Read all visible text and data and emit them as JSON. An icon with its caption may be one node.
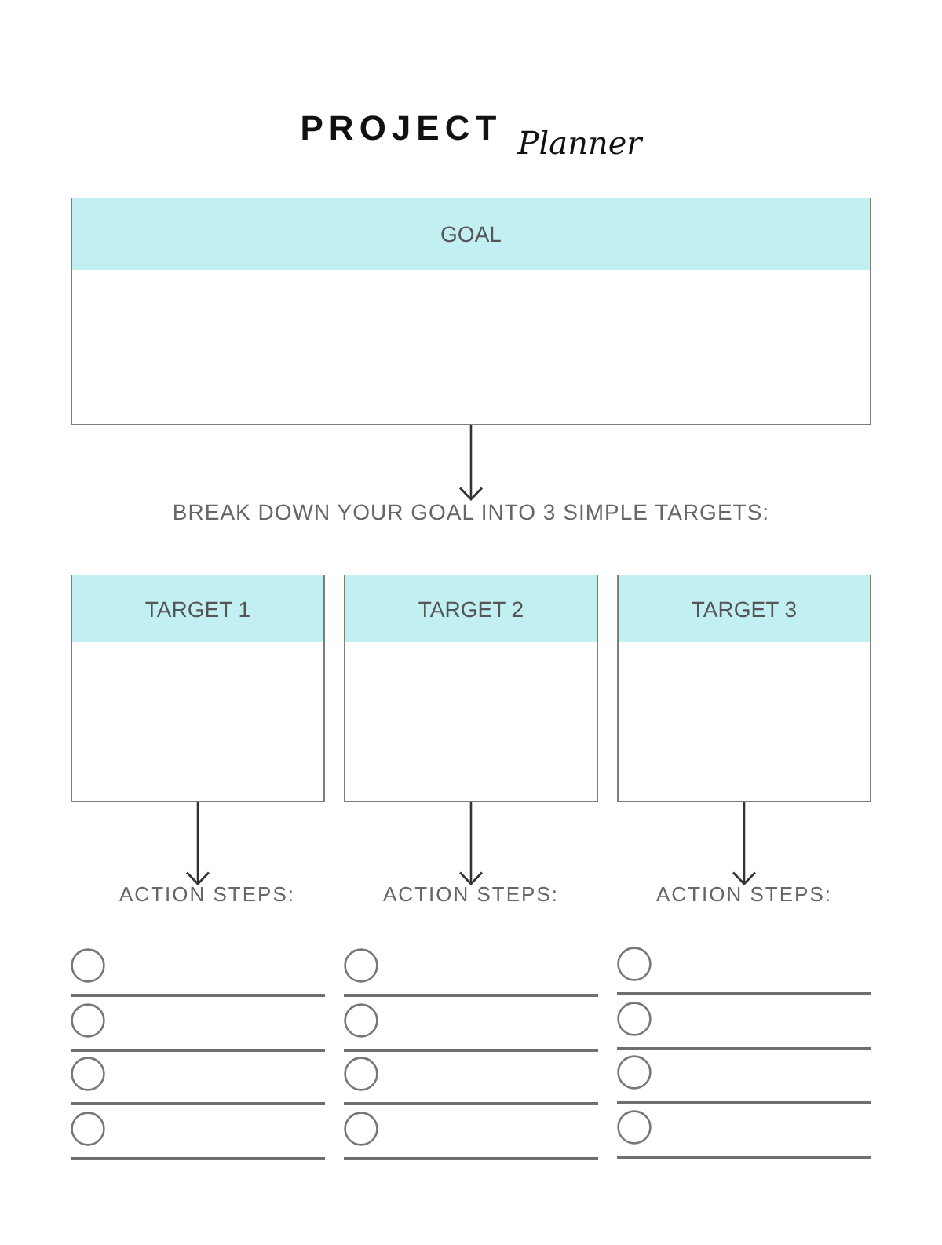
{
  "diagram": {
    "title": "**PROJECT** *Planner*",
    "nodes": [
      {
        "text": [
          "GOAL"
        ]
      },
      {
        "text": [
          "BREAK DOWN YOUR GOAL INTO 3 SIMPLE TARGETS:"
        ]
      },
      {
        "text": [
          "TARGET 1"
        ]
      },
      {
        "text": [
          "TARGET 2"
        ]
      },
      {
        "text": [
          "TARGET 3"
        ]
      },
      {
        "text": [
          "ACTION STEPS:"
        ]
      },
      {
        "text": [
          "ACTION STEPS:"
        ]
      },
      {
        "text": [
          "ACTION STEPS:"
        ]
      }
    ],
    "edges": [
      {
        "from": 0,
        "to": 1,
        "arrow": "to"
      },
      {
        "from": 2,
        "to": 5,
        "arrow": "to"
      },
      {
        "from": 3,
        "to": 6,
        "arrow": "to"
      },
      {
        "from": 4,
        "to": 7,
        "arrow": "to"
      }
    ]
  }
}
